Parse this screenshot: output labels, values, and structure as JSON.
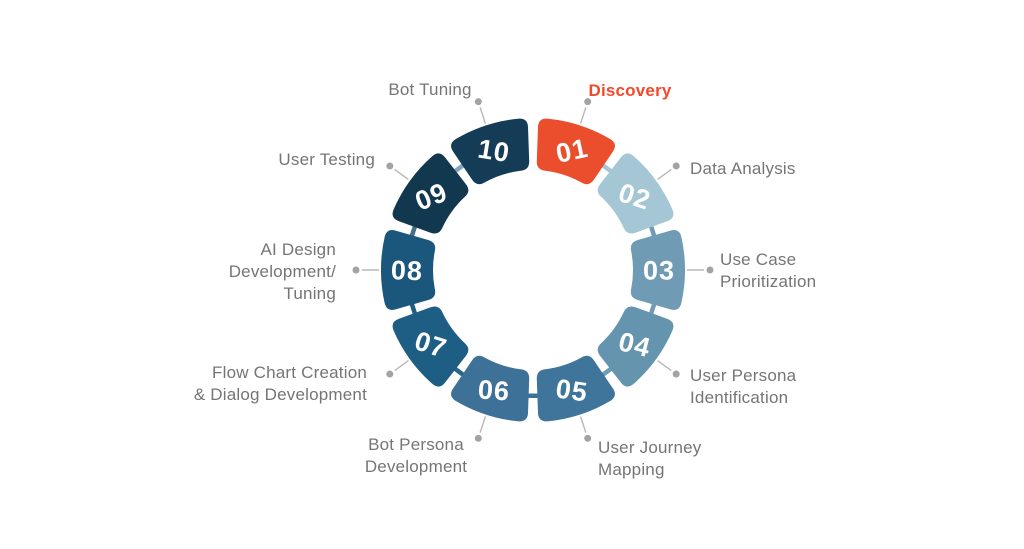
{
  "diagram": {
    "type": "numbered-process-ring",
    "segments": [
      {
        "number": "01",
        "label": "Discovery",
        "lines": [
          "Discovery"
        ],
        "color": "#EA4E2C",
        "emphasis": true,
        "label_color": "#F2492B"
      },
      {
        "number": "02",
        "label": "Data Analysis",
        "lines": [
          "Data Analysis"
        ],
        "color": "#A5C6D4",
        "emphasis": false
      },
      {
        "number": "03",
        "label": "Use Case Prioritization",
        "lines": [
          "Use Case",
          "Prioritization"
        ],
        "color": "#6F9CB4",
        "emphasis": false
      },
      {
        "number": "04",
        "label": "User Persona Identification",
        "lines": [
          "User Persona",
          "Identification"
        ],
        "color": "#6494AE",
        "emphasis": false
      },
      {
        "number": "05",
        "label": "User Journey Mapping",
        "lines": [
          "User Journey",
          "Mapping"
        ],
        "color": "#40759B",
        "emphasis": false
      },
      {
        "number": "06",
        "label": "Bot Persona Development",
        "lines": [
          "Bot Persona",
          "Development"
        ],
        "color": "#3E7197",
        "emphasis": false
      },
      {
        "number": "07",
        "label": "Flow Chart Creation & Dialog Development",
        "lines": [
          "Flow Chart Creation",
          "& Dialog Development"
        ],
        "color": "#1F5E84",
        "emphasis": false
      },
      {
        "number": "08",
        "label": "AI Design Development/ Tuning",
        "lines": [
          "AI Design",
          "Development/",
          "Tuning"
        ],
        "color": "#1B577C",
        "emphasis": false
      },
      {
        "number": "09",
        "label": "User Testing",
        "lines": [
          "User Testing"
        ],
        "color": "#123850",
        "emphasis": false
      },
      {
        "number": "10",
        "label": "Bot Tuning",
        "lines": [
          "Bot Tuning"
        ],
        "color": "#143C56",
        "emphasis": false
      }
    ],
    "connector_colors": [
      "#A5C6D4",
      "#6F9CB4",
      "#6F9CB4",
      "#6F9CB4",
      "#3E7197",
      "#2A6589",
      "#1F5E84",
      "#44708A",
      "#7FA6BE"
    ],
    "label_text_color": "#757575",
    "number_text_color": "#FFFFFF",
    "leader_line_color": "#B8B8B8",
    "leader_dot_color": "#A3A3A3",
    "background_color": "#FFFFFF"
  }
}
